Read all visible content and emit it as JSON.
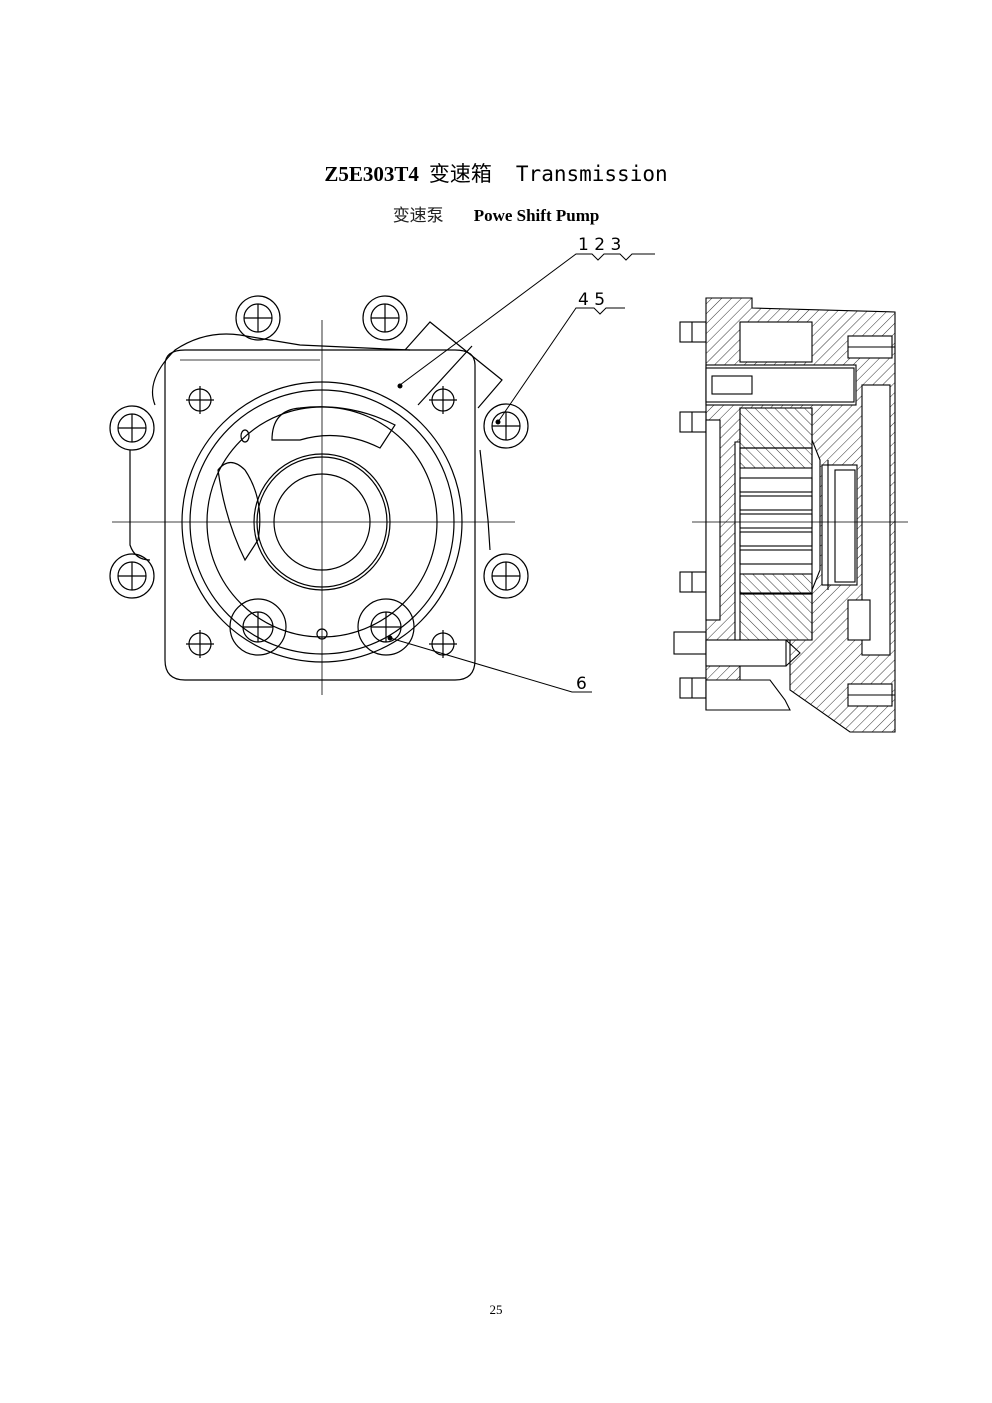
{
  "header": {
    "model_code": "Z5E303T4",
    "title_cn": "变速箱",
    "title_en": "Transmission"
  },
  "subheader": {
    "title_cn": "变速泵",
    "title_en": "Powe Shift Pump"
  },
  "drawing": {
    "callouts": [
      {
        "label": "1 2 3"
      },
      {
        "label": "4 5"
      },
      {
        "label": "6"
      }
    ]
  },
  "footer": {
    "page_number": "25"
  }
}
